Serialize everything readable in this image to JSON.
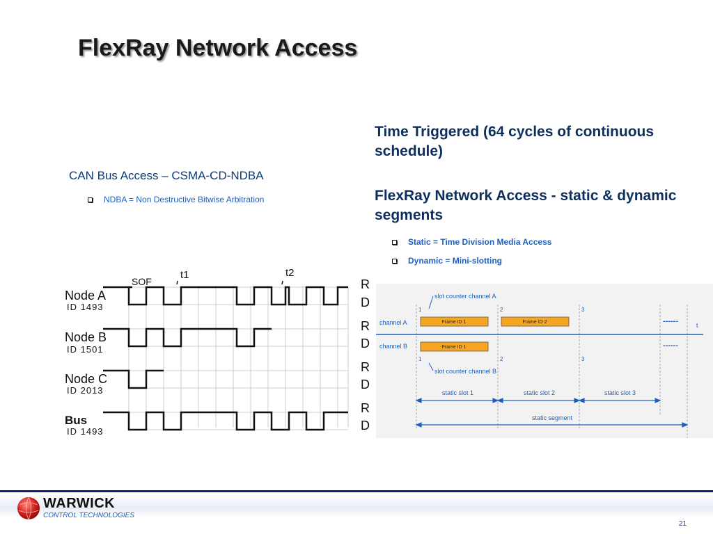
{
  "slide": {
    "title": "FlexRay Network Access",
    "page_number": "21"
  },
  "left": {
    "heading": "CAN Bus Access – CSMA-CD-NDBA",
    "bullet": "NDBA = Non Destructive Bitwise Arbitration"
  },
  "right": {
    "heading1": "Time Triggered (64 cycles of continuous schedule)",
    "heading2": "FlexRay Network Access - static & dynamic segments",
    "bullet1": "Static = Time Division Media Access",
    "bullet2": "Dynamic = Mini-slotting"
  },
  "can_diagram": {
    "sof": "SOF",
    "t1": "t1",
    "t2": "t2",
    "rows": [
      {
        "name": "Node A",
        "id": "ID 1493",
        "r": "R",
        "d": "D"
      },
      {
        "name": "Node B",
        "id": "ID 1501",
        "r": "R",
        "d": "D"
      },
      {
        "name": "Node C",
        "id": "ID 2013",
        "r": "R",
        "d": "D"
      },
      {
        "name": "Bus",
        "id": "ID 1493",
        "r": "R",
        "d": "D"
      }
    ]
  },
  "flexray_diagram": {
    "slot_counter_a": "slot counter channel A",
    "slot_counter_b": "slot counter channel B",
    "channel_a": "channel A",
    "channel_b": "channel B",
    "frame_a1": "Frame ID 1",
    "frame_a2": "Frame ID 2",
    "frame_b1": "Frame ID 1",
    "slot_num_1": "1",
    "slot_num_2": "2",
    "slot_num_3": "3",
    "dashes": "------",
    "t_axis": "t",
    "static_slot_1": "static slot 1",
    "static_slot_2": "static slot 2",
    "static_slot_3": "static slot 3",
    "static_segment": "static segment",
    "frame_color": "#f5a623",
    "label_color": "#1f5fbf"
  },
  "footer": {
    "company": "WARWICK",
    "tagline": "CONTROL TECHNOLOGIES"
  }
}
